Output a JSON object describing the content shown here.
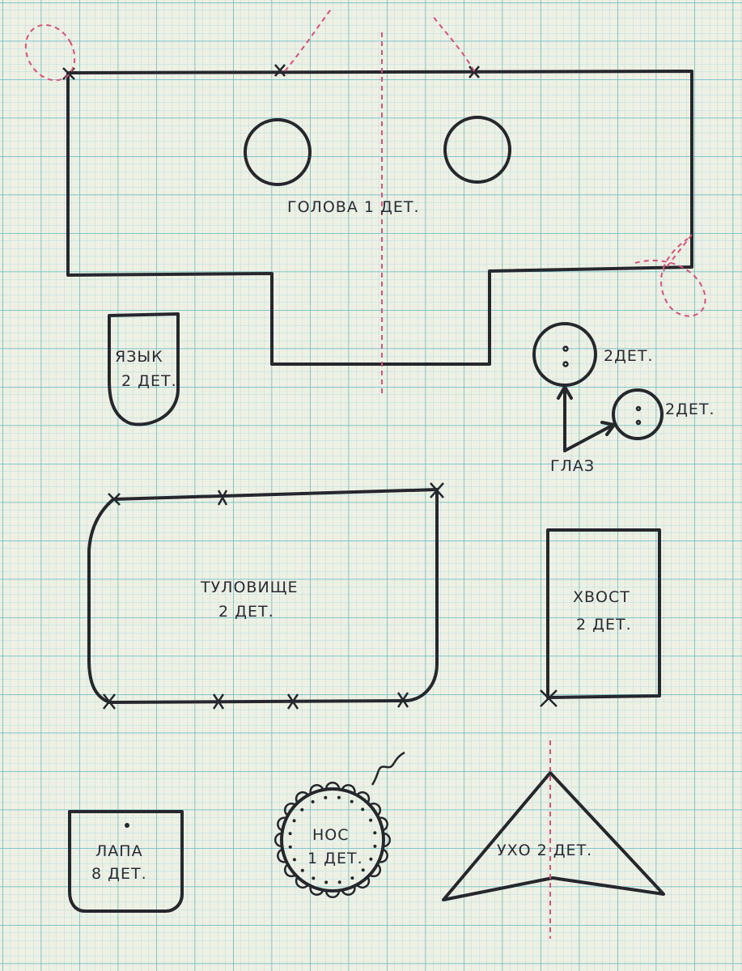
{
  "pieces": {
    "head": "ГОЛОВА   1 ДЕТ.",
    "tongue_1": "ЯЗЫК",
    "tongue_2": "2 ДЕТ.",
    "eye_big_count": "2ДЕТ.",
    "eye_small_count": "2ДЕТ.",
    "eye_label": "ГЛАЗ",
    "body_1": "ТУЛОВИЩЕ",
    "body_2": "2 ДЕТ.",
    "tail_1": "ХВОСТ",
    "tail_2": "2 ДЕТ.",
    "paw_1": "ЛАПА",
    "paw_2": "8 ДЕТ.",
    "nose_1": "НОС",
    "nose_2": "1 ДЕТ.",
    "ear": "УХО  2 ДЕТ."
  },
  "colors": {
    "paper": "#eef0e4",
    "grid_minor": "#8fd0d4",
    "grid_major": "#5fb7c0",
    "outline": "#26272d",
    "fold_line": "#d8507a"
  }
}
